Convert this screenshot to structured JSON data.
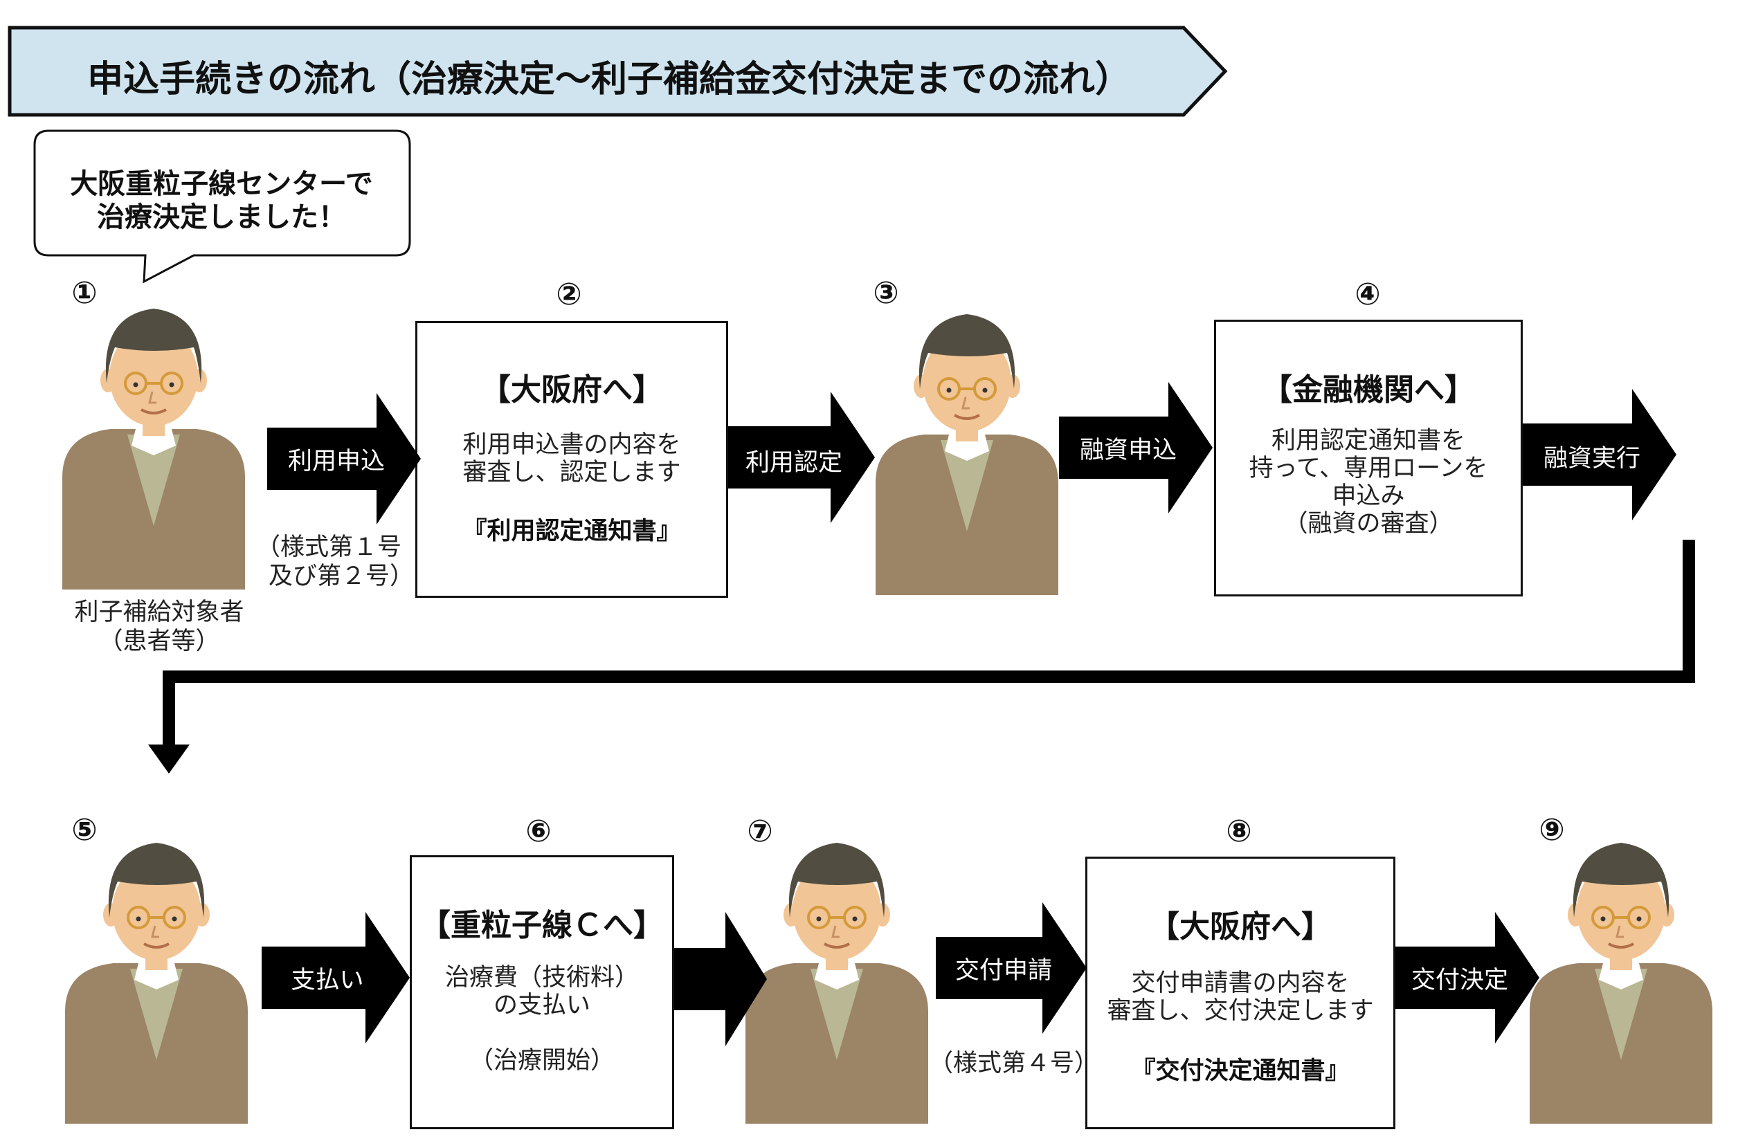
{
  "title": "申込手続きの流れ（治療決定〜利子補給金交付決定までの流れ）",
  "bubble": {
    "lines": [
      "大阪重粒子線センターで",
      "治療決定しました！"
    ]
  },
  "steps": {
    "s1": {
      "num": "①",
      "caption": [
        "利子補給対象者",
        "（患者等）"
      ]
    },
    "s2": {
      "num": "②",
      "heading": "【大阪府へ】",
      "body": [
        "利用申込書の内容を",
        "審査し、認定します"
      ],
      "doc": "『利用認定通知書』"
    },
    "s3": {
      "num": "③"
    },
    "s4": {
      "num": "④",
      "heading": "【金融機関へ】",
      "body": [
        "利用認定通知書を",
        "持って、専用ローンを",
        "申込み",
        "（融資の審査）"
      ]
    },
    "s5": {
      "num": "⑤"
    },
    "s6": {
      "num": "⑥",
      "heading": "【重粒子線Ｃへ】",
      "body": [
        "治療費（技術料）",
        "の支払い"
      ],
      "note": "（治療開始）"
    },
    "s7": {
      "num": "⑦"
    },
    "s8": {
      "num": "⑧",
      "heading": "【大阪府へ】",
      "body": [
        "交付申請書の内容を",
        "審査し、交付決定します"
      ],
      "doc": "『交付決定通知書』"
    },
    "s9": {
      "num": "⑨"
    }
  },
  "arrows": {
    "a1": {
      "label": "利用申込",
      "form": [
        "（様式第１号",
        "及び第２号）"
      ]
    },
    "a2": {
      "label": "利用認定"
    },
    "a3": {
      "label": "融資申込"
    },
    "a4": {
      "label": "融資実行"
    },
    "a5": {
      "label": "支払い"
    },
    "a6": {
      "label": ""
    },
    "a7": {
      "label": "交付申請",
      "form": [
        "（様式第４号）"
      ]
    },
    "a8": {
      "label": "交付決定"
    }
  },
  "colors": {
    "banner_fill": "#cfe4ef",
    "sweater": "#9c8467",
    "vest": "#b9b794",
    "hair": "#514d40",
    "skin": "#f1c596",
    "glasses": "#d49a3a",
    "arrow": "#000000"
  }
}
